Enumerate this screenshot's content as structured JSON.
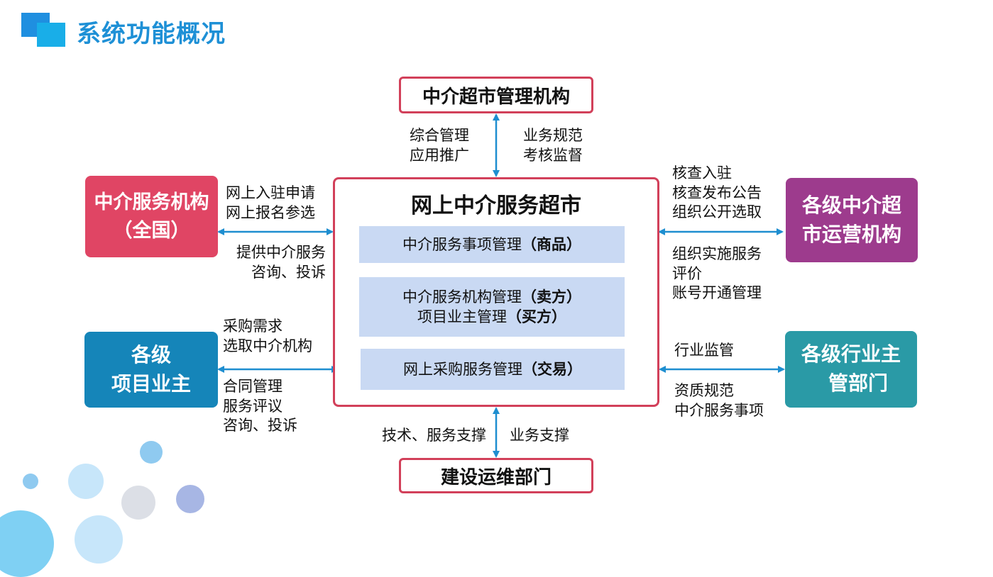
{
  "header": {
    "title": "系统功能概况"
  },
  "top_box": {
    "label": "中介超市管理机构"
  },
  "bottom_box": {
    "label": "建设运维部门"
  },
  "center": {
    "title": "网上中介服务超市",
    "items": [
      {
        "lines": [
          {
            "text": "中介服务事项管理",
            "bold": "（商品）"
          }
        ]
      },
      {
        "lines": [
          {
            "text": "中介服务机构管理",
            "bold": "（卖方）"
          },
          {
            "text": "项目业主管理",
            "bold": "（买方）"
          }
        ]
      },
      {
        "lines": [
          {
            "text": "网上采购服务管理",
            "bold": "（交易）"
          }
        ]
      }
    ]
  },
  "left_boxes": {
    "agency": {
      "lines": [
        "中介服务机构",
        "（全国）"
      ],
      "color": "#e04564"
    },
    "owner": {
      "lines": [
        "各级",
        "项目业主"
      ],
      "color": "#1585b9"
    }
  },
  "right_boxes": {
    "operator": {
      "lines": [
        "各级中介超",
        "市运营机构"
      ],
      "color": "#9d3b8d"
    },
    "regulator": {
      "lines": [
        "各级行业主",
        "管部门"
      ],
      "color": "#2a9aa6"
    }
  },
  "labels": {
    "top_left": [
      "综合管理",
      "应用推广"
    ],
    "top_right": [
      "业务规范",
      "考核监督"
    ],
    "agency_upper": [
      "网上入驻申请",
      "网上报名参选"
    ],
    "agency_lower": [
      "提供中介服务",
      "咨询、投诉"
    ],
    "owner_upper": [
      "采购需求",
      "选取中介机构"
    ],
    "owner_lower": [
      "合同管理",
      "服务评议",
      "咨询、投诉"
    ],
    "operator_upper": [
      "核查入驻",
      "核查发布公告",
      "组织公开选取"
    ],
    "operator_lower": [
      "组织实施服务",
      "评价",
      "账号开通管理"
    ],
    "regulator_upper": [
      "行业监管"
    ],
    "regulator_lower": [
      "资质规范",
      "中介服务事项"
    ],
    "bottom_left": [
      "技术、服务支撑"
    ],
    "bottom_right": [
      "业务支撑"
    ]
  },
  "colors": {
    "accent": "#1e90d6",
    "outline": "#d2405a",
    "inner_fill": "#c9d9f3",
    "arrow": "#1e8ed0"
  }
}
